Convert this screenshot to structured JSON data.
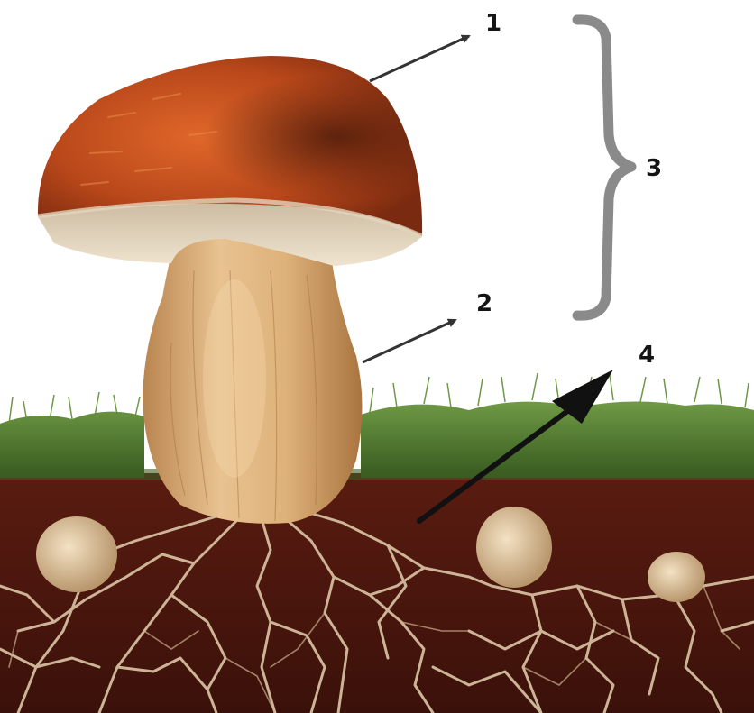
{
  "labels": {
    "cap": "1",
    "stem": "2",
    "fruiting_body": "3",
    "mycelium": "4"
  },
  "colors": {
    "cap": "#b8471a",
    "cap_dark": "#6e2a12",
    "cap_rim": "#e2d4bc",
    "stem": "#d8ad78",
    "grass": "#4d7a2c",
    "soil": "#4a160d",
    "hyphae": "#dcc6a6",
    "bracket": "#8a8a8a",
    "arrow": "#333333",
    "arrow_main": "#111111"
  }
}
